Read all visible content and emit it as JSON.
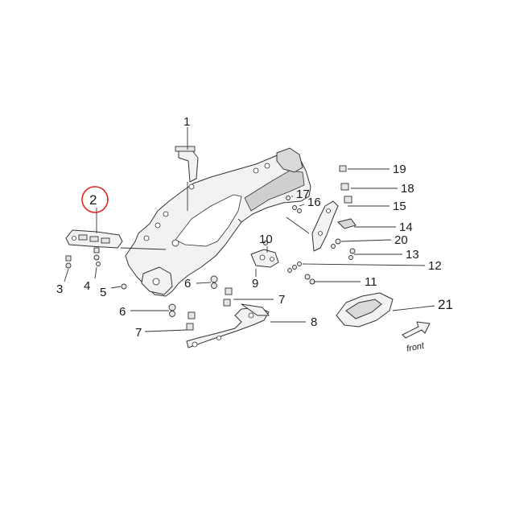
{
  "diagram": {
    "callouts": [
      {
        "id": "c1",
        "text": "1"
      },
      {
        "id": "c2",
        "text": "2"
      },
      {
        "id": "c3",
        "text": "3"
      },
      {
        "id": "c4",
        "text": "4"
      },
      {
        "id": "c5",
        "text": "5"
      },
      {
        "id": "c6a",
        "text": "6"
      },
      {
        "id": "c6b",
        "text": "6"
      },
      {
        "id": "c7a",
        "text": "7"
      },
      {
        "id": "c7b",
        "text": "7"
      },
      {
        "id": "c8",
        "text": "8"
      },
      {
        "id": "c9",
        "text": "9"
      },
      {
        "id": "c10",
        "text": "10"
      },
      {
        "id": "c11",
        "text": "11"
      },
      {
        "id": "c12",
        "text": "12"
      },
      {
        "id": "c13",
        "text": "13"
      },
      {
        "id": "c14",
        "text": "14"
      },
      {
        "id": "c15",
        "text": "15"
      },
      {
        "id": "c16",
        "text": "16"
      },
      {
        "id": "c17",
        "text": "17"
      },
      {
        "id": "c18",
        "text": "18"
      },
      {
        "id": "c19",
        "text": "19"
      },
      {
        "id": "c20",
        "text": "20"
      },
      {
        "id": "c21",
        "text": "21"
      }
    ],
    "direction_label": "front",
    "highlight_color": "#e0231c"
  }
}
